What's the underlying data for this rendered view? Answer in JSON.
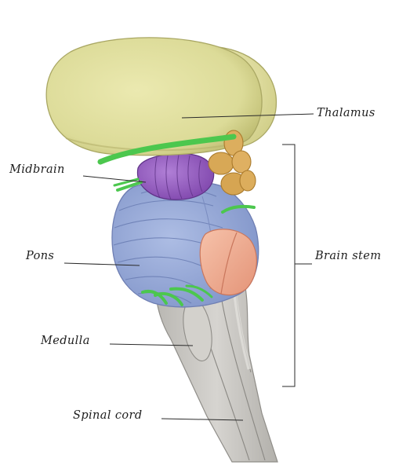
{
  "labels": {
    "thalamus": "Thalamus",
    "midbrain": "Midbrain",
    "pons": "Pons",
    "brain_stem": "Brain stem",
    "medulla": "Medulla",
    "spinal_cord": "Spinal cord"
  },
  "colors": {
    "thalamus": "#e4e3a0",
    "midbrain": "#9b62c4",
    "pons": "#97a9d8",
    "nerves": "#48c44a",
    "colliculi": "#d9ab5c",
    "peduncle": "#efab93",
    "medulla_cord": "#c9c7c3",
    "leader_lines": "#2a2a2a"
  }
}
